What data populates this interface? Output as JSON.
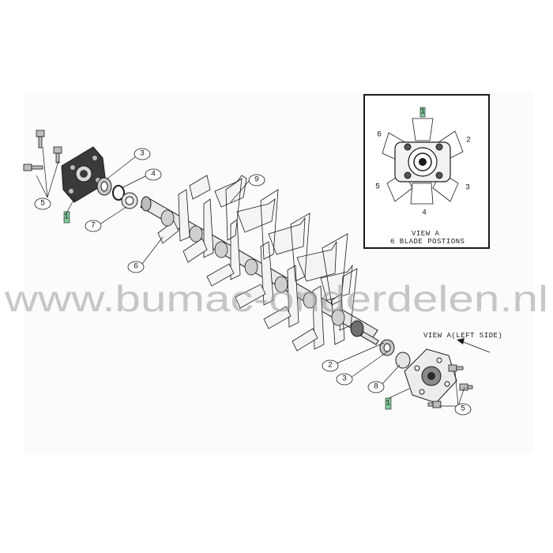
{
  "diagram": {
    "watermark": "www.bumac-onderdelen.nl",
    "inset": {
      "title_line1": "VIEW A",
      "title_line2": "6 BLADE POSTIONS",
      "marker_top": "1",
      "positions": [
        "1",
        "2",
        "3",
        "4",
        "5",
        "6"
      ]
    },
    "view_label": "VIEW A(LEFT SIDE)",
    "callouts": {
      "c3_top": "3",
      "c4": "4",
      "c9": "9",
      "c7": "7",
      "c5_left": "5",
      "c1_left": "1",
      "c6": "6",
      "c2": "2",
      "c3_bottom": "3",
      "c8": "8",
      "c5_right": "5",
      "c1_right": "1"
    },
    "colors": {
      "line": "#1a1a1a",
      "part_fill": "#e8e8e8",
      "dark_part": "#3a3a3a",
      "marker_green": "#7fc89a",
      "watermark": "#9a9a9a"
    }
  }
}
